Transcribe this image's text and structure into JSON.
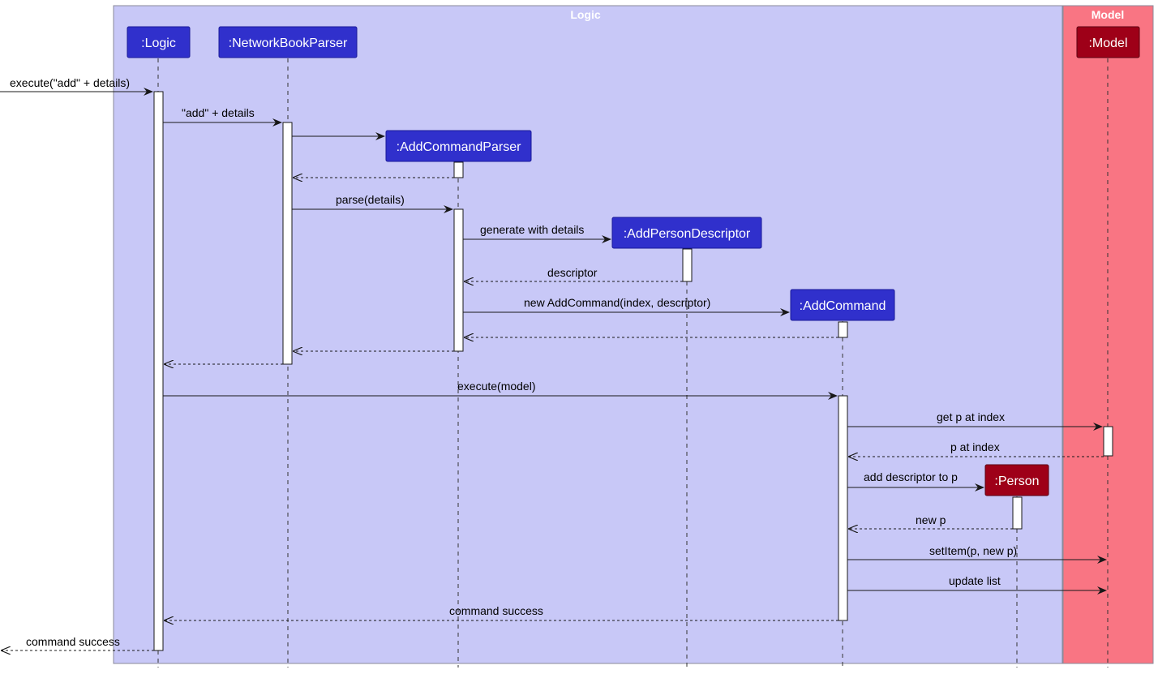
{
  "groups": {
    "logic": {
      "title": "Logic",
      "color": "#c8c8f7",
      "border": "#8a8a9a"
    },
    "model": {
      "title": "Model",
      "color": "#f97583",
      "border": "#8a8a9a"
    }
  },
  "participants": {
    "logic": {
      "name": ":Logic",
      "color": "#3030cc"
    },
    "parser": {
      "name": ":NetworkBookParser",
      "color": "#3030cc"
    },
    "acp": {
      "name": ":AddCommandParser",
      "color": "#3030cc"
    },
    "apd": {
      "name": ":AddPersonDescriptor",
      "color": "#3030cc"
    },
    "ac": {
      "name": ":AddCommand",
      "color": "#3030cc"
    },
    "person": {
      "name": ":Person",
      "color": "#9e0018"
    },
    "model": {
      "name": ":Model",
      "color": "#9e0018"
    }
  },
  "messages": {
    "m1": "execute(\"add\" + details)",
    "m2": "\"add\" + details",
    "m4": "parse(details)",
    "m5": "generate with details",
    "m6": "descriptor",
    "m7": "new AddCommand(index, descriptor)",
    "m10": "execute(model)",
    "m11": "get p at index",
    "m12": "p at index",
    "m13": "add descriptor to p",
    "m14": "new p",
    "m15": "setItem(p, new p)",
    "m16": "update list",
    "m17": "command success",
    "m18": "command success"
  }
}
